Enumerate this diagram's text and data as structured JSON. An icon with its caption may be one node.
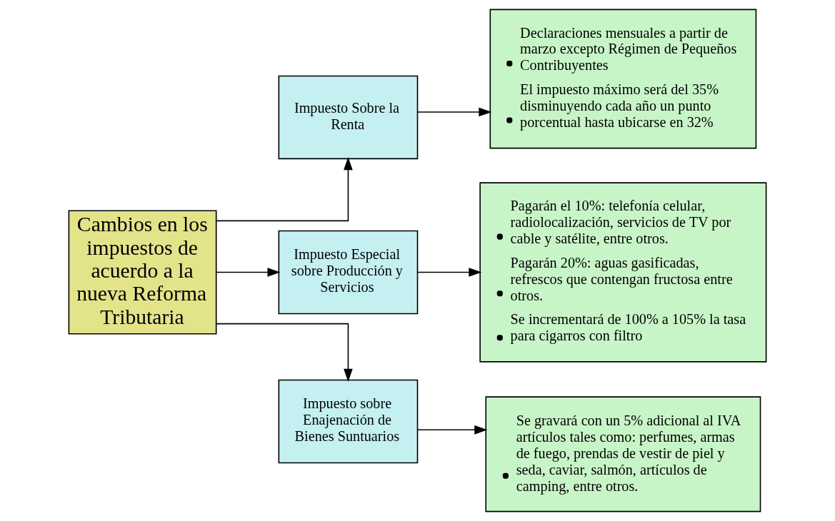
{
  "diagram": {
    "nodes": [
      {
        "text": [
          "Cambios en los impuestos de acuerdo a la nueva Reforma Tributaria"
        ]
      },
      {
        "text": [
          "Impuesto Sobre la Renta"
        ]
      },
      {
        "text": [
          "Impuesto Especial sobre Producción y Servicios"
        ]
      },
      {
        "text": [
          "Impuesto sobre Enajenación de Bienes Suntuarios"
        ]
      },
      {
        "text": [
          "Declaraciones mensuales a partir de marzo excepto Régimen de Pequeños Contribuyentes",
          "El impuesto máximo será del 35% disminuyendo cada año un punto porcentual hasta ubicarse en 32%"
        ]
      },
      {
        "text": [
          "Pagarán el 10%: telefonía celular, radiolocalización, servicios de TV por cable y satélite, entre otros.",
          "Pagarán 20%: aguas gasificadas, refrescos que contengan fructosa entre otros.",
          "Se incrementará de 100% a 105% la tasa para cigarros con filtro"
        ]
      },
      {
        "text": [
          "Se gravará con un 5% adicional al IVA artículos tales como: perfumes, armas de fuego, prendas de vestir de piel y seda, caviar, salmón, artículos de camping, entre otros."
        ]
      }
    ],
    "edges": [
      {
        "from": 0,
        "to": 1,
        "arrow": "to"
      },
      {
        "from": 0,
        "to": 2,
        "arrow": "to"
      },
      {
        "from": 0,
        "to": 3,
        "arrow": "to"
      },
      {
        "from": 1,
        "to": 4,
        "arrow": "to"
      },
      {
        "from": 2,
        "to": 5,
        "arrow": "to"
      },
      {
        "from": 3,
        "to": 6,
        "arrow": "to"
      }
    ]
  }
}
